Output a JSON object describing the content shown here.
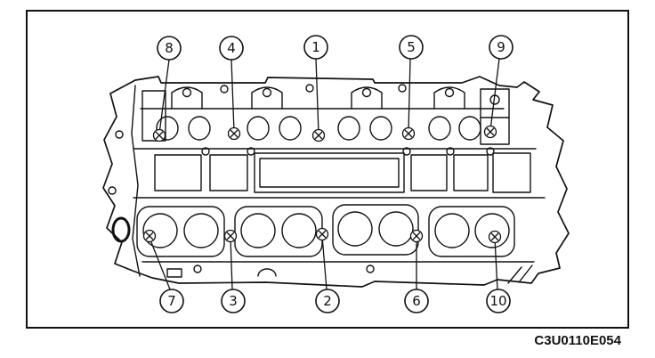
{
  "figure": {
    "reference_code": "C3U0110E054"
  },
  "callouts": {
    "top": [
      {
        "label": "8"
      },
      {
        "label": "4"
      },
      {
        "label": "1"
      },
      {
        "label": "5"
      },
      {
        "label": "9"
      }
    ],
    "bottom": [
      {
        "label": "7"
      },
      {
        "label": "3"
      },
      {
        "label": "2"
      },
      {
        "label": "6"
      },
      {
        "label": "10"
      }
    ]
  },
  "colors": {
    "line": "#111111",
    "background": "#ffffff"
  }
}
